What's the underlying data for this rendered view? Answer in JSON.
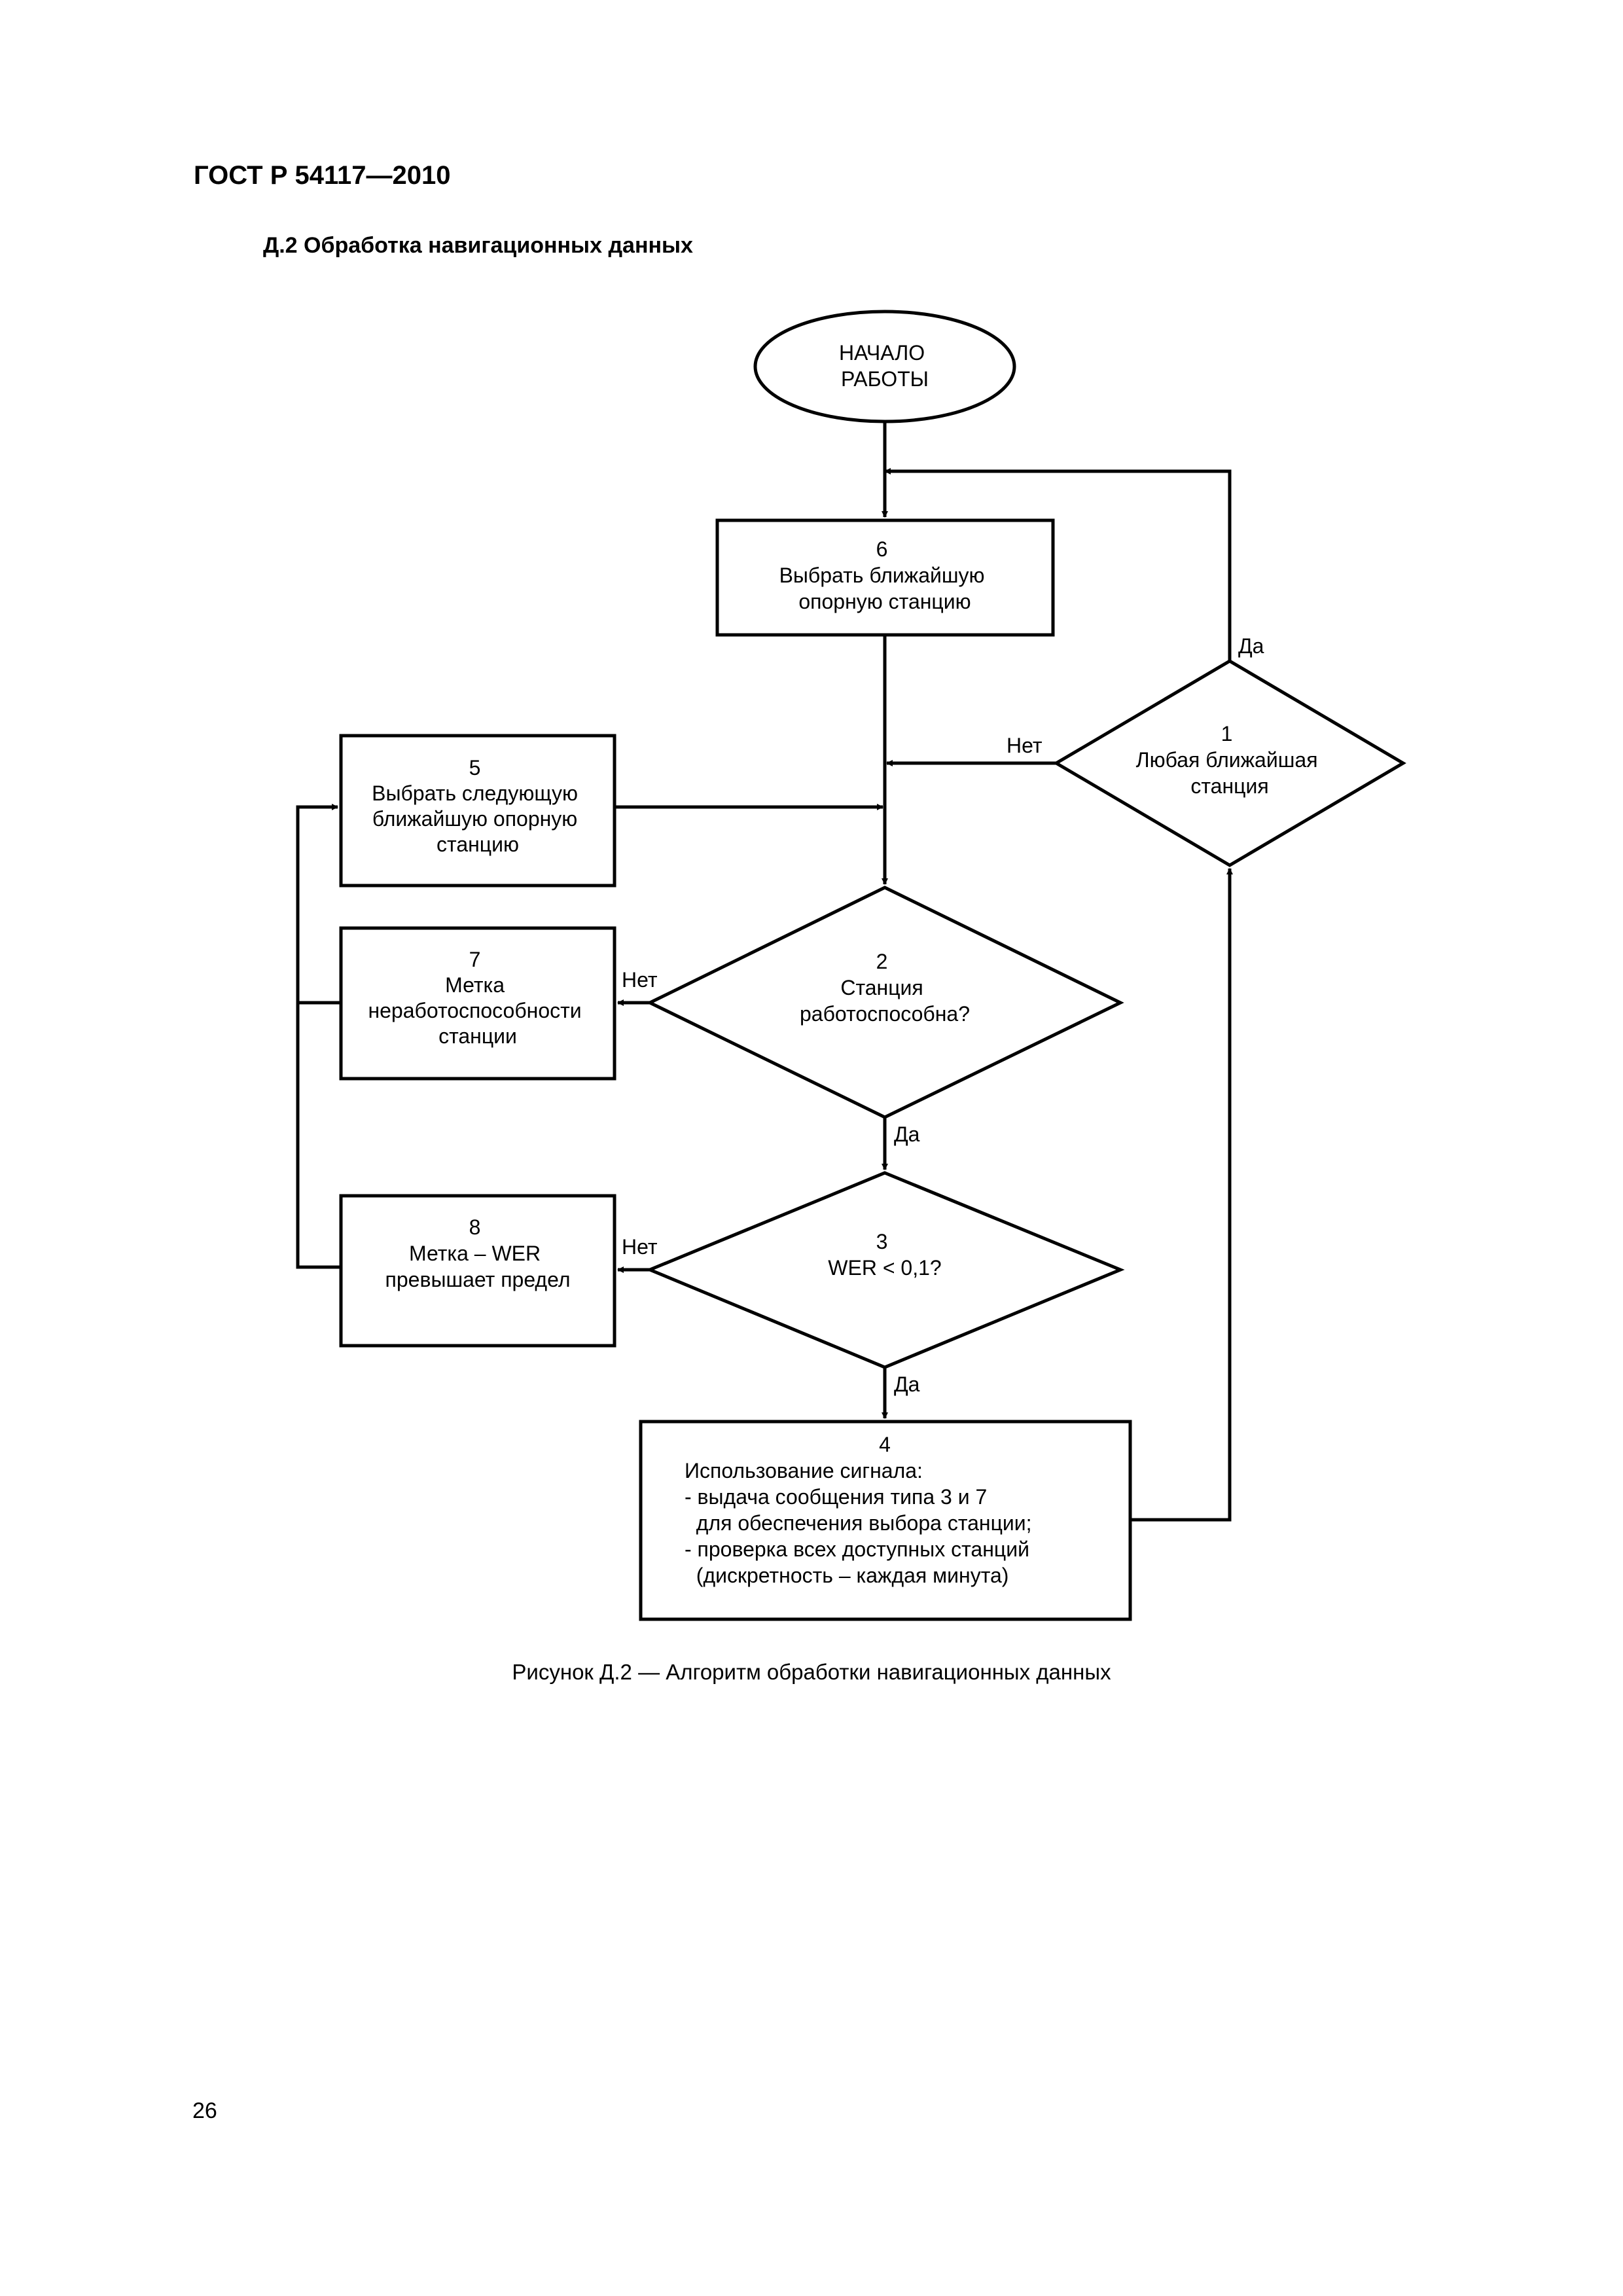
{
  "header": {
    "doc_id": "ГОСТ Р 54117—2010"
  },
  "section": {
    "title": "Д.2  Обработка навигационных данных"
  },
  "flowchart": {
    "start": {
      "lines": [
        "НАЧАЛО",
        "РАБОТЫ"
      ]
    },
    "nodes": {
      "n6": {
        "lines": [
          "6",
          "Выбрать ближайшую",
          "опорную станцию"
        ]
      },
      "n1": {
        "lines": [
          "1",
          "Любая ближайшая",
          "станция"
        ]
      },
      "n5": {
        "lines": [
          "5",
          "Выбрать следующую",
          "ближайшую опорную",
          "станцию"
        ]
      },
      "n2": {
        "lines": [
          "2",
          "Станция",
          "работоспособна?"
        ]
      },
      "n7": {
        "lines": [
          "7",
          "Метка",
          "неработоспособности",
          "станции"
        ]
      },
      "n3": {
        "lines": [
          "3",
          "WER < 0,1?"
        ]
      },
      "n8": {
        "lines": [
          "8",
          "Метка – WER",
          "превышает предел"
        ]
      },
      "n4": {
        "lines": [
          "4",
          "Использование сигнала:",
          "- выдача сообщения типа 3 и 7",
          "  для обеспечения выбора станции;",
          "- проверка всех доступных станций",
          "  (дискретность – каждая минута)"
        ]
      }
    },
    "edge_labels": {
      "n1_yes": "Да",
      "n1_no": "Нет",
      "n2_no": "Нет",
      "n2_yes": "Да",
      "n3_no": "Нет",
      "n3_yes": "Да"
    }
  },
  "figure": {
    "caption": "Рисунок Д.2 — Алгоритм обработки навигационных данных"
  },
  "page": {
    "number": "26"
  }
}
